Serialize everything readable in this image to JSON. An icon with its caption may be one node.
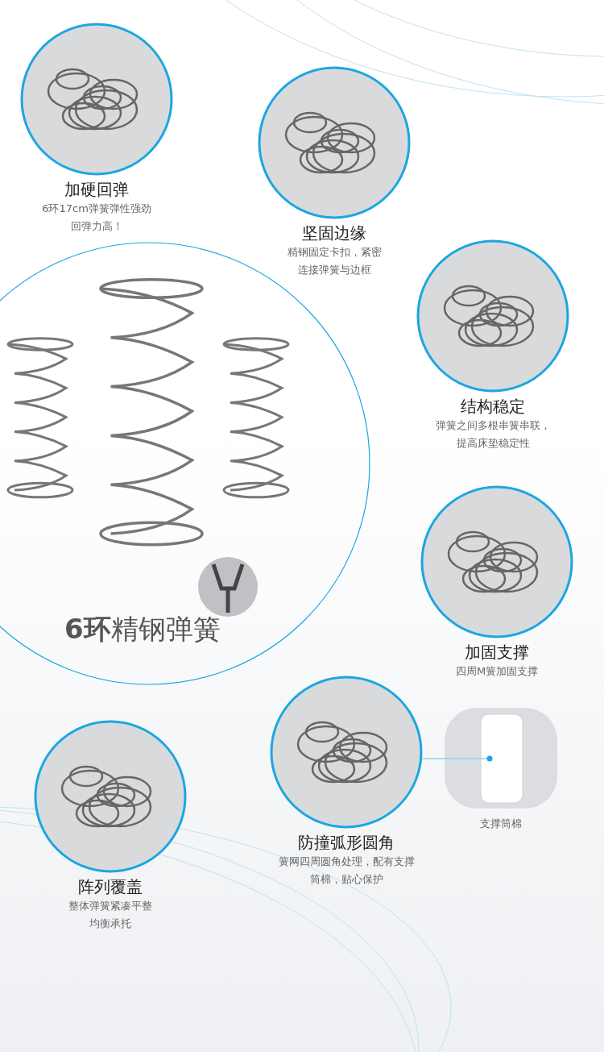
{
  "diagram": {
    "nodes": [
      {
        "text": [
          "加硬回弹",
          "6环17cm弹簧弹性强劲回弹力高！"
        ]
      },
      {
        "text": [
          "坚固边缘",
          "精钢固定卡扣，紧密连接弹簧与边框"
        ]
      },
      {
        "text": [
          "结构稳定",
          "弹簧之间多根串簧串联，提高床垫稳定性"
        ]
      },
      {
        "text": [
          "**6环**精钢弹簧"
        ]
      },
      {
        "text": [],
        "shape": "picture",
        "in": 3
      },
      {
        "text": [
          "加固支撑",
          "四周M簧加固支撑"
        ]
      },
      {
        "text": [
          "防撞弧形圆角",
          "簧网四周圆角处理，配有支撑筒棉，贴心保护"
        ]
      },
      {
        "text": [
          "支撑筒棉"
        ]
      },
      {
        "text": [
          "阵列覆盖",
          "整体弹簧紧凑平整均衡承托"
        ]
      }
    ],
    "edges": [
      {
        "from": 6,
        "to": 7,
        "arrow": "other"
      }
    ]
  }
}
